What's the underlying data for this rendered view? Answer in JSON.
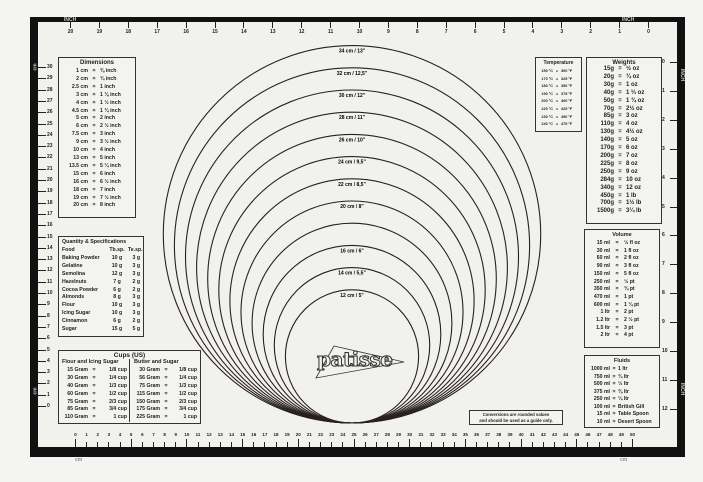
{
  "rulers": {
    "top_unit": "INCH",
    "bottom_unit": "cm",
    "left_unit": "cm",
    "right_unit": "INCH",
    "top_inches": [
      "20",
      "19",
      "18",
      "17",
      "16",
      "15",
      "14",
      "13",
      "12",
      "11",
      "10",
      "9",
      "8",
      "7",
      "6",
      "5",
      "4",
      "3",
      "2",
      "1",
      "0"
    ],
    "bottom_cm": [
      "0",
      "1",
      "2",
      "3",
      "4",
      "5",
      "6",
      "7",
      "8",
      "9",
      "10",
      "11",
      "12",
      "13",
      "14",
      "15",
      "16",
      "17",
      "18",
      "19",
      "20",
      "21",
      "22",
      "23",
      "24",
      "25",
      "26",
      "27",
      "28",
      "29",
      "30",
      "31",
      "32",
      "33",
      "34",
      "35",
      "36",
      "37",
      "38",
      "39",
      "40",
      "41",
      "42",
      "43",
      "44",
      "45",
      "46",
      "47",
      "48",
      "49",
      "50"
    ],
    "left_cm": [
      "30",
      "29",
      "28",
      "27",
      "26",
      "25",
      "24",
      "23",
      "22",
      "21",
      "20",
      "19",
      "18",
      "17",
      "16",
      "15",
      "14",
      "13",
      "12",
      "11",
      "10",
      "9",
      "8",
      "7",
      "6",
      "5",
      "4",
      "3",
      "2",
      "1",
      "0"
    ],
    "right_inches": [
      "0",
      "1",
      "2",
      "3",
      "4",
      "5",
      "6",
      "7",
      "8",
      "9",
      "10",
      "11",
      "12"
    ]
  },
  "circles": [
    {
      "cm": 34,
      "label": "34 cm / 13\""
    },
    {
      "cm": 32,
      "label": "32 cm / 12,5\""
    },
    {
      "cm": 30,
      "label": "30 cm / 12\""
    },
    {
      "cm": 28,
      "label": "28 cm / 11\""
    },
    {
      "cm": 26,
      "label": "26 cm / 10\""
    },
    {
      "cm": 24,
      "label": "24 cm / 9,5\""
    },
    {
      "cm": 22,
      "label": "22 cm / 8,5\""
    },
    {
      "cm": 20,
      "label": "20 cm / 8\""
    },
    {
      "cm": 18,
      "label": ""
    },
    {
      "cm": 16,
      "label": "16 cm / 6\""
    },
    {
      "cm": 14,
      "label": "14 cm / 5,5\""
    },
    {
      "cm": 12,
      "label": "12 cm / 5\""
    }
  ],
  "logo": "patisse",
  "note": {
    "line1": "Conversions are rounded values",
    "line2": "and should be used as a guide only."
  },
  "dimensions": {
    "title": "Dimensions",
    "rows": [
      [
        "1 cm",
        "=",
        "⅜ inch"
      ],
      [
        "2 cm",
        "=",
        "¾ inch"
      ],
      [
        "2.5 cm",
        "=",
        "1  inch"
      ],
      [
        "3 cm",
        "=",
        "1 ⅛ inch"
      ],
      [
        "4 cm",
        "=",
        "1 ½ inch"
      ],
      [
        "4.5 cm",
        "=",
        "1 ¾ inch"
      ],
      [
        "5 cm",
        "=",
        "2  inch"
      ],
      [
        "6 cm",
        "=",
        "2 ½ inch"
      ],
      [
        "7.5 cm",
        "=",
        "3  inch"
      ],
      [
        "9 cm",
        "=",
        "3 ½ inch"
      ],
      [
        "10 cm",
        "=",
        "4  inch"
      ],
      [
        "13 cm",
        "=",
        "5  inch"
      ],
      [
        "13.5 cm",
        "=",
        "5 ¼ inch"
      ],
      [
        "15 cm",
        "=",
        "6  inch"
      ],
      [
        "16 cm",
        "=",
        "6 ½ inch"
      ],
      [
        "18 cm",
        "=",
        "7  inch"
      ],
      [
        "19 cm",
        "=",
        "7 ½ inch"
      ],
      [
        "20 cm",
        "=",
        "8  inch"
      ]
    ]
  },
  "quantity": {
    "title": "Quantity & Specifications",
    "rows": [
      [
        "Food",
        "Tb.sp.",
        "Te.sp."
      ],
      [
        "Baking  Powder",
        "10 g",
        "3 g"
      ],
      [
        "Gelatine",
        "10 g",
        "3 g"
      ],
      [
        "Semolina",
        "12 g",
        "3 g"
      ],
      [
        "Hazelnuts",
        "7 g",
        "2 g"
      ],
      [
        "Cocoa Powder",
        "6 g",
        "2 g"
      ],
      [
        "Almonds",
        "8 g",
        "3 g"
      ],
      [
        "Flour",
        "10 g",
        "3 g"
      ],
      [
        "Icing Sugar",
        "10 g",
        "3 g"
      ],
      [
        "Cinnamon",
        "6 g",
        "2 g"
      ],
      [
        "Sugar",
        "15 g",
        "5 g"
      ]
    ]
  },
  "cups": {
    "title": "Cups (US)",
    "flour_title": "Flour and Icing Sugar",
    "butter_title": "Butter and Sugar",
    "flour": [
      [
        "15 Gram",
        "=",
        "1/8 cup"
      ],
      [
        "30 Gram",
        "=",
        "1/4 cup"
      ],
      [
        "40 Gram",
        "=",
        "1/3 cup"
      ],
      [
        "60 Gram",
        "=",
        "1/2 cup"
      ],
      [
        "75 Gram",
        "=",
        "2/3 cup"
      ],
      [
        "85 Gram",
        "=",
        "3/4 cup"
      ],
      [
        "110 Gram",
        "=",
        "1 cup"
      ]
    ],
    "butter": [
      [
        "30 Gram",
        "=",
        "1/8 cup"
      ],
      [
        "56 Gram",
        "=",
        "1/4 cup"
      ],
      [
        "75 Gram",
        "=",
        "1/3 cup"
      ],
      [
        "115 Gram",
        "=",
        "1/2 cup"
      ],
      [
        "150 Gram",
        "=",
        "2/3 cup"
      ],
      [
        "175 Gram",
        "=",
        "3/4 cup"
      ],
      [
        "225 Gram",
        "=",
        "1 cup"
      ]
    ]
  },
  "temperature": {
    "title": "Temperature",
    "rows": [
      [
        "150 °C",
        "=",
        "300 °F"
      ],
      [
        "170 °C",
        "=",
        "325 °F"
      ],
      [
        "180 °C",
        "=",
        "350 °F"
      ],
      [
        "190 °C",
        "=",
        "375 °F"
      ],
      [
        "200 °C",
        "=",
        "400 °F"
      ],
      [
        "220 °C",
        "=",
        "425 °F"
      ],
      [
        "230 °C",
        "=",
        "450 °F"
      ],
      [
        "240 °C",
        "=",
        "475 °F"
      ]
    ]
  },
  "weights": {
    "title": "Weights",
    "rows": [
      [
        "15g",
        "=",
        "½ oz"
      ],
      [
        "20g",
        "=",
        "¾ oz"
      ],
      [
        "30g",
        "=",
        "1 oz"
      ],
      [
        "40g",
        "=",
        "1 ⅓ oz"
      ],
      [
        "50g",
        "=",
        "1 ¾ oz"
      ],
      [
        "70g",
        "=",
        "2½ oz"
      ],
      [
        "85g",
        "=",
        "3 oz"
      ],
      [
        "110g",
        "=",
        "4 oz"
      ],
      [
        "130g",
        "=",
        "4½ oz"
      ],
      [
        "140g",
        "=",
        "5 oz"
      ],
      [
        "170g",
        "=",
        "6 oz"
      ],
      [
        "200g",
        "=",
        "7 oz"
      ],
      [
        "225g",
        "=",
        "8 oz"
      ],
      [
        "250g",
        "=",
        "9 oz"
      ],
      [
        "284g",
        "=",
        "10 oz"
      ],
      [
        "340g",
        "=",
        "12 oz"
      ],
      [
        "450g",
        "=",
        "1 lb"
      ],
      [
        "700g",
        "=",
        "1½ lb"
      ],
      [
        "1500g",
        "=",
        "3¼ lb"
      ]
    ]
  },
  "volume": {
    "title": "Volume",
    "rows": [
      [
        "15 ml",
        "=",
        "½ fl oz"
      ],
      [
        "30 ml",
        "=",
        "1  fl oz"
      ],
      [
        "60 ml",
        "=",
        "2  fl oz"
      ],
      [
        "90 ml",
        "=",
        "3  fl oz"
      ],
      [
        "150 ml",
        "=",
        "5  fl oz"
      ],
      [
        "250 ml",
        "=",
        "½  pt"
      ],
      [
        "350 ml",
        "=",
        "¾  pt"
      ],
      [
        "470 ml",
        "=",
        "1 pt"
      ],
      [
        "600 ml",
        "=",
        "1 ¼  pt"
      ],
      [
        "1 ltr",
        "=",
        "2 pt"
      ],
      [
        "1.2 ltr",
        "=",
        "2 ½  pt"
      ],
      [
        "1.5 ltr",
        "=",
        "3 pt"
      ],
      [
        "2 ltr",
        "=",
        "4 pt"
      ]
    ]
  },
  "fluids": {
    "title": "Fluids",
    "rows": [
      [
        "1000 ml",
        "=",
        "1  ltr"
      ],
      [
        "750 ml",
        "=",
        "¾ ltr"
      ],
      [
        "500 ml",
        "=",
        "½ ltr"
      ],
      [
        "375 ml",
        "=",
        "⅜ ltr"
      ],
      [
        "250 ml",
        "=",
        "¼ ltr"
      ],
      [
        "100 ml",
        "=",
        "British Gill"
      ],
      [
        "15 ml",
        "=",
        "Table Spoon"
      ],
      [
        "10 ml",
        "=",
        "Desert Spoon"
      ]
    ]
  }
}
